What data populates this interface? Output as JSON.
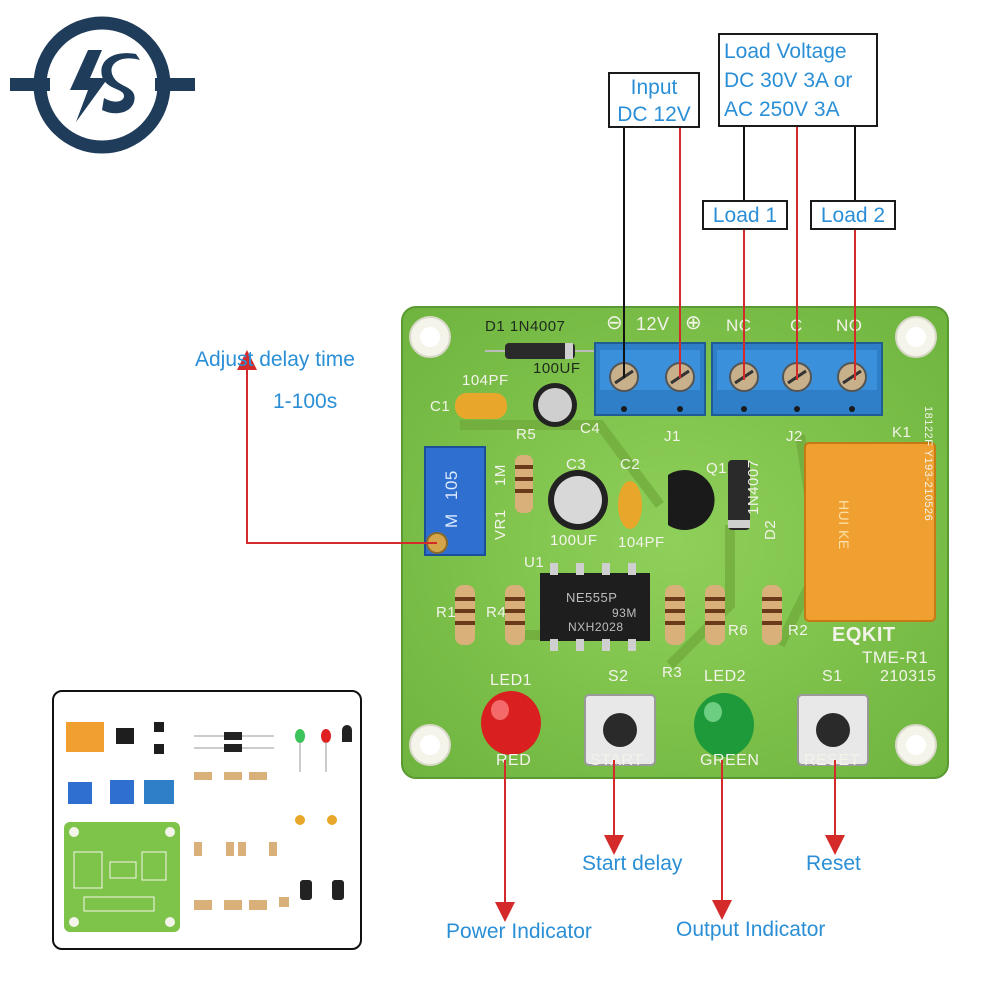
{
  "logo": {
    "brand_color": "#1f3c5a"
  },
  "board": {
    "model": "TME-R1",
    "date_code": "210315",
    "brand": "EQKIT",
    "side_code": "18122F Y193-210526",
    "silkscreen": {
      "d1": "D1  1N4007",
      "c1": "C1",
      "cap_104pf_top": "104PF",
      "c4_value": "100UF",
      "c4": "C4",
      "r5": "R5",
      "j1": "J1",
      "j2": "J2",
      "k1": "K1",
      "c3": "C3",
      "c2": "C2",
      "c3_value": "100UF",
      "c2_value": "104PF",
      "q1": "Q1",
      "d2_part": "1N4007",
      "d2": "D2",
      "vr1": "VR1",
      "vr1_value": "1M",
      "u1": "U1",
      "r1": "R1",
      "r4": "R4",
      "r3": "R3",
      "r6": "R6",
      "r2": "R2",
      "led1": "LED1",
      "led2": "LED2",
      "s1": "S1",
      "s2": "S2",
      "red": "RED",
      "green": "GREEN",
      "start": "START",
      "reset": "RESET",
      "gnd_12v": "12V",
      "nc": "NC",
      "c": "C",
      "no": "NO",
      "ic_line1": "NE555P",
      "ic_line2": "93M",
      "ic_line3": "NXH2028",
      "pot_code": "105",
      "pot_letter": "M",
      "relay_text": "HUI KE"
    }
  },
  "labels": {
    "input_line1": "Input",
    "input_line2": "DC 12V",
    "load_voltage_line1": "Load Voltage",
    "load_voltage_line2": "DC 30V 3A or",
    "load_voltage_line3": "AC 250V 3A",
    "load1": "Load 1",
    "load2": "Load 2",
    "adjust_line1": "Adjust delay time",
    "adjust_line2": "1-100s",
    "start_delay": "Start delay",
    "reset": "Reset",
    "power_indicator": "Power Indicator",
    "output_indicator": "Output Indicator"
  },
  "colors": {
    "pcb": "#7fc44a",
    "label_text": "#2a8fd6",
    "arrow": "#d42a2a",
    "terminal": "#2f7fc8"
  }
}
